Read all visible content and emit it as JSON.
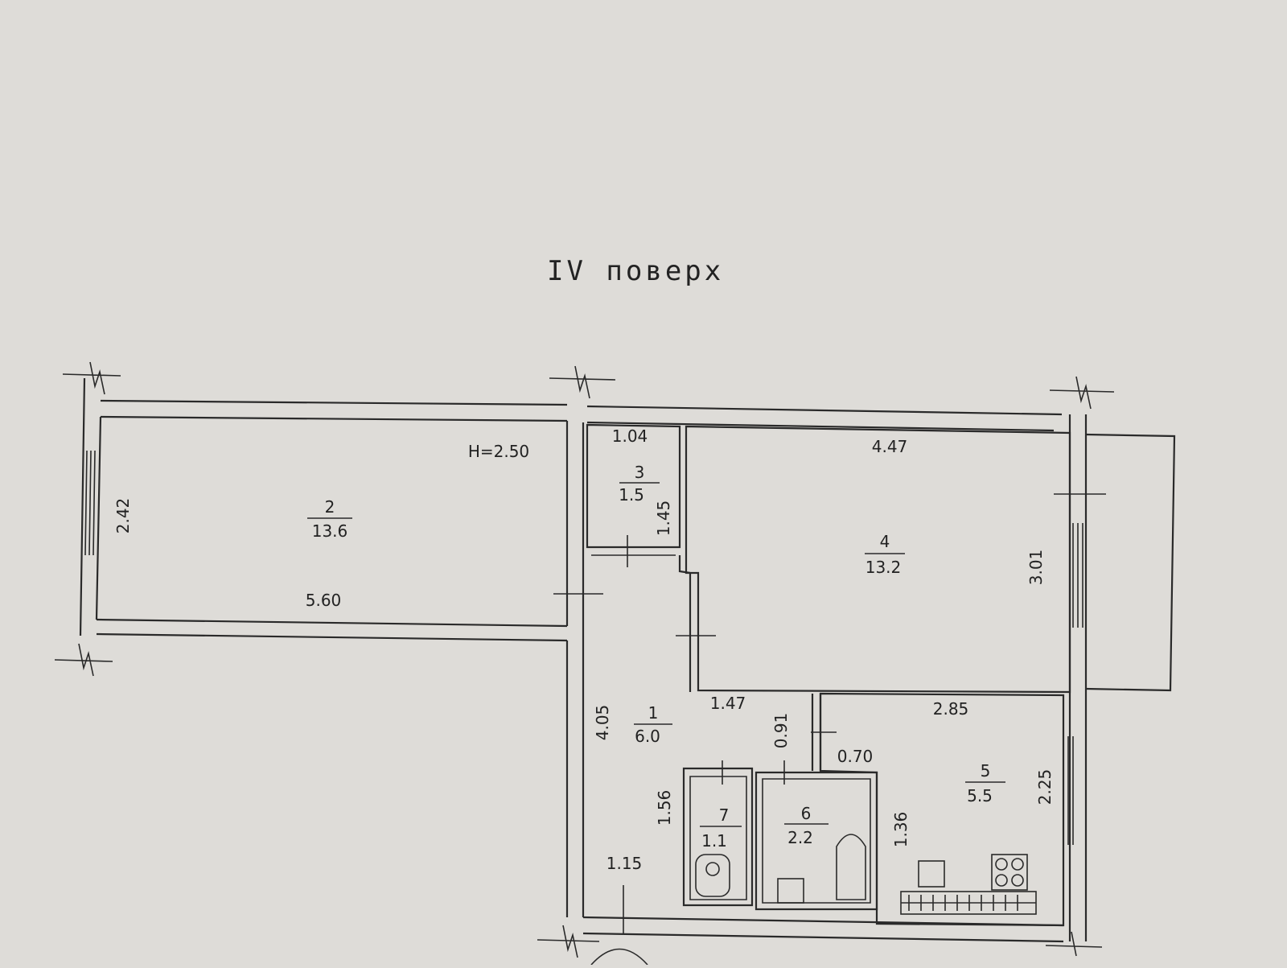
{
  "title": "IV поверх",
  "height_note": "H=2.50",
  "rooms": [
    {
      "number": "1",
      "area": "6.0"
    },
    {
      "number": "2",
      "area": "13.6"
    },
    {
      "number": "3",
      "area": "1.5"
    },
    {
      "number": "4",
      "area": "13.2"
    },
    {
      "number": "5",
      "area": "5.5"
    },
    {
      "number": "6",
      "area": "2.2"
    },
    {
      "number": "7",
      "area": "1.1"
    }
  ],
  "dimensions": {
    "r2_height": "2.42",
    "r2_width": "5.60",
    "r3_width": "1.04",
    "r3_height": "1.45",
    "r4_width": "4.47",
    "r4_height": "3.01",
    "r1_height": "4.05",
    "corridor_width": "1.47",
    "passage_091": "0.91",
    "passage_070": "0.70",
    "r5_width": "2.85",
    "r5_height": "2.25",
    "r6_height": "1.36",
    "r7_height": "1.56",
    "r1_bottom": "1.15"
  }
}
